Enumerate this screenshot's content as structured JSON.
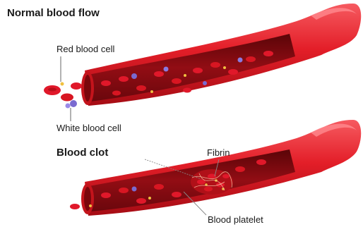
{
  "sections": [
    {
      "title": "Normal blood flow"
    },
    {
      "title": "Blood clot"
    }
  ],
  "labels": {
    "red_blood_cell": "Red blood cell",
    "white_blood_cell": "White blood cell",
    "fibrin": "Fibrin",
    "blood_platelet": "Blood platelet"
  },
  "colors": {
    "vessel_outer": "#e8202a",
    "vessel_highlight": "#f7555c",
    "vessel_interior": "#8a0a10",
    "red_cell": "#d8141c",
    "white_cell": "#7a6ad0",
    "platelet": "#f0c040",
    "fibrin": "#f4c0a0"
  }
}
